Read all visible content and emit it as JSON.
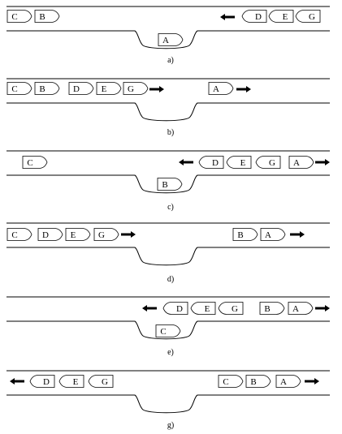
{
  "panels": [
    {
      "caption": "a)",
      "boats": [
        {
          "label": "C",
          "facing": "right",
          "lane": "top"
        },
        {
          "label": "B",
          "facing": "right",
          "lane": "top"
        },
        {
          "label": "D",
          "facing": "left",
          "lane": "top"
        },
        {
          "label": "E",
          "facing": "left",
          "lane": "top"
        },
        {
          "label": "G",
          "facing": "left",
          "lane": "top"
        },
        {
          "label": "A",
          "facing": "right",
          "lane": "bay"
        }
      ],
      "arrows": [
        {
          "direction": "left"
        }
      ]
    },
    {
      "caption": "b)",
      "boats": [
        {
          "label": "C",
          "facing": "right",
          "lane": "top"
        },
        {
          "label": "B",
          "facing": "right",
          "lane": "top"
        },
        {
          "label": "D",
          "facing": "right",
          "lane": "top"
        },
        {
          "label": "E",
          "facing": "right",
          "lane": "top"
        },
        {
          "label": "G",
          "facing": "right",
          "lane": "top"
        },
        {
          "label": "A",
          "facing": "right",
          "lane": "top"
        }
      ],
      "arrows": [
        {
          "direction": "right"
        },
        {
          "direction": "right"
        }
      ]
    },
    {
      "caption": "c)",
      "boats": [
        {
          "label": "C",
          "facing": "right",
          "lane": "top"
        },
        {
          "label": "D",
          "facing": "left",
          "lane": "top"
        },
        {
          "label": "E",
          "facing": "left",
          "lane": "top"
        },
        {
          "label": "G",
          "facing": "left",
          "lane": "top"
        },
        {
          "label": "A",
          "facing": "right",
          "lane": "top"
        },
        {
          "label": "B",
          "facing": "right",
          "lane": "bay"
        }
      ],
      "arrows": [
        {
          "direction": "left"
        },
        {
          "direction": "right"
        }
      ]
    },
    {
      "caption": "d)",
      "boats": [
        {
          "label": "C",
          "facing": "right",
          "lane": "top"
        },
        {
          "label": "D",
          "facing": "right",
          "lane": "top"
        },
        {
          "label": "E",
          "facing": "right",
          "lane": "top"
        },
        {
          "label": "G",
          "facing": "right",
          "lane": "top"
        },
        {
          "label": "B",
          "facing": "right",
          "lane": "top"
        },
        {
          "label": "A",
          "facing": "right",
          "lane": "top"
        }
      ],
      "arrows": [
        {
          "direction": "right"
        },
        {
          "direction": "right"
        }
      ]
    },
    {
      "caption": "e)",
      "boats": [
        {
          "label": "D",
          "facing": "left",
          "lane": "top"
        },
        {
          "label": "E",
          "facing": "left",
          "lane": "top"
        },
        {
          "label": "G",
          "facing": "left",
          "lane": "top"
        },
        {
          "label": "B",
          "facing": "right",
          "lane": "top"
        },
        {
          "label": "A",
          "facing": "right",
          "lane": "top"
        },
        {
          "label": "C",
          "facing": "right",
          "lane": "bay"
        }
      ],
      "arrows": [
        {
          "direction": "left"
        },
        {
          "direction": "right"
        }
      ]
    },
    {
      "caption": "g)",
      "boats": [
        {
          "label": "D",
          "facing": "left",
          "lane": "top"
        },
        {
          "label": "E",
          "facing": "left",
          "lane": "top"
        },
        {
          "label": "G",
          "facing": "left",
          "lane": "top"
        },
        {
          "label": "C",
          "facing": "right",
          "lane": "top"
        },
        {
          "label": "B",
          "facing": "right",
          "lane": "top"
        },
        {
          "label": "A",
          "facing": "right",
          "lane": "top"
        }
      ],
      "arrows": [
        {
          "direction": "left"
        },
        {
          "direction": "right"
        }
      ]
    }
  ]
}
